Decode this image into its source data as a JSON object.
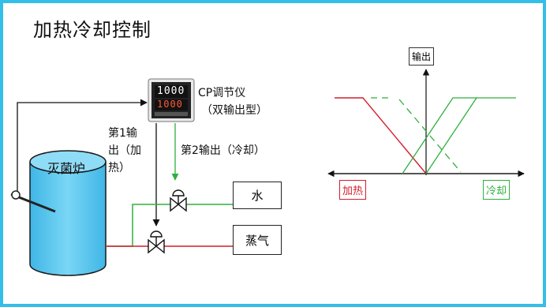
{
  "title": "加热冷却控制",
  "controller": {
    "name": "CP调节仪",
    "type": "（双输出型）",
    "display_top": "1000",
    "display_bottom": "1000"
  },
  "outputs": {
    "output1": "第1输出（加热）",
    "output2": "第2输出（冷却）"
  },
  "furnace": "灭菌炉",
  "water": "水",
  "steam": "蒸气",
  "graph": {
    "output_axis": "输出",
    "heat_label": "加热",
    "cool_label": "冷却"
  },
  "colors": {
    "border": "#33bfe8",
    "heat": "#d21e2b",
    "cool": "#2faf3f",
    "furnace_fill": "#5bc8ef"
  }
}
